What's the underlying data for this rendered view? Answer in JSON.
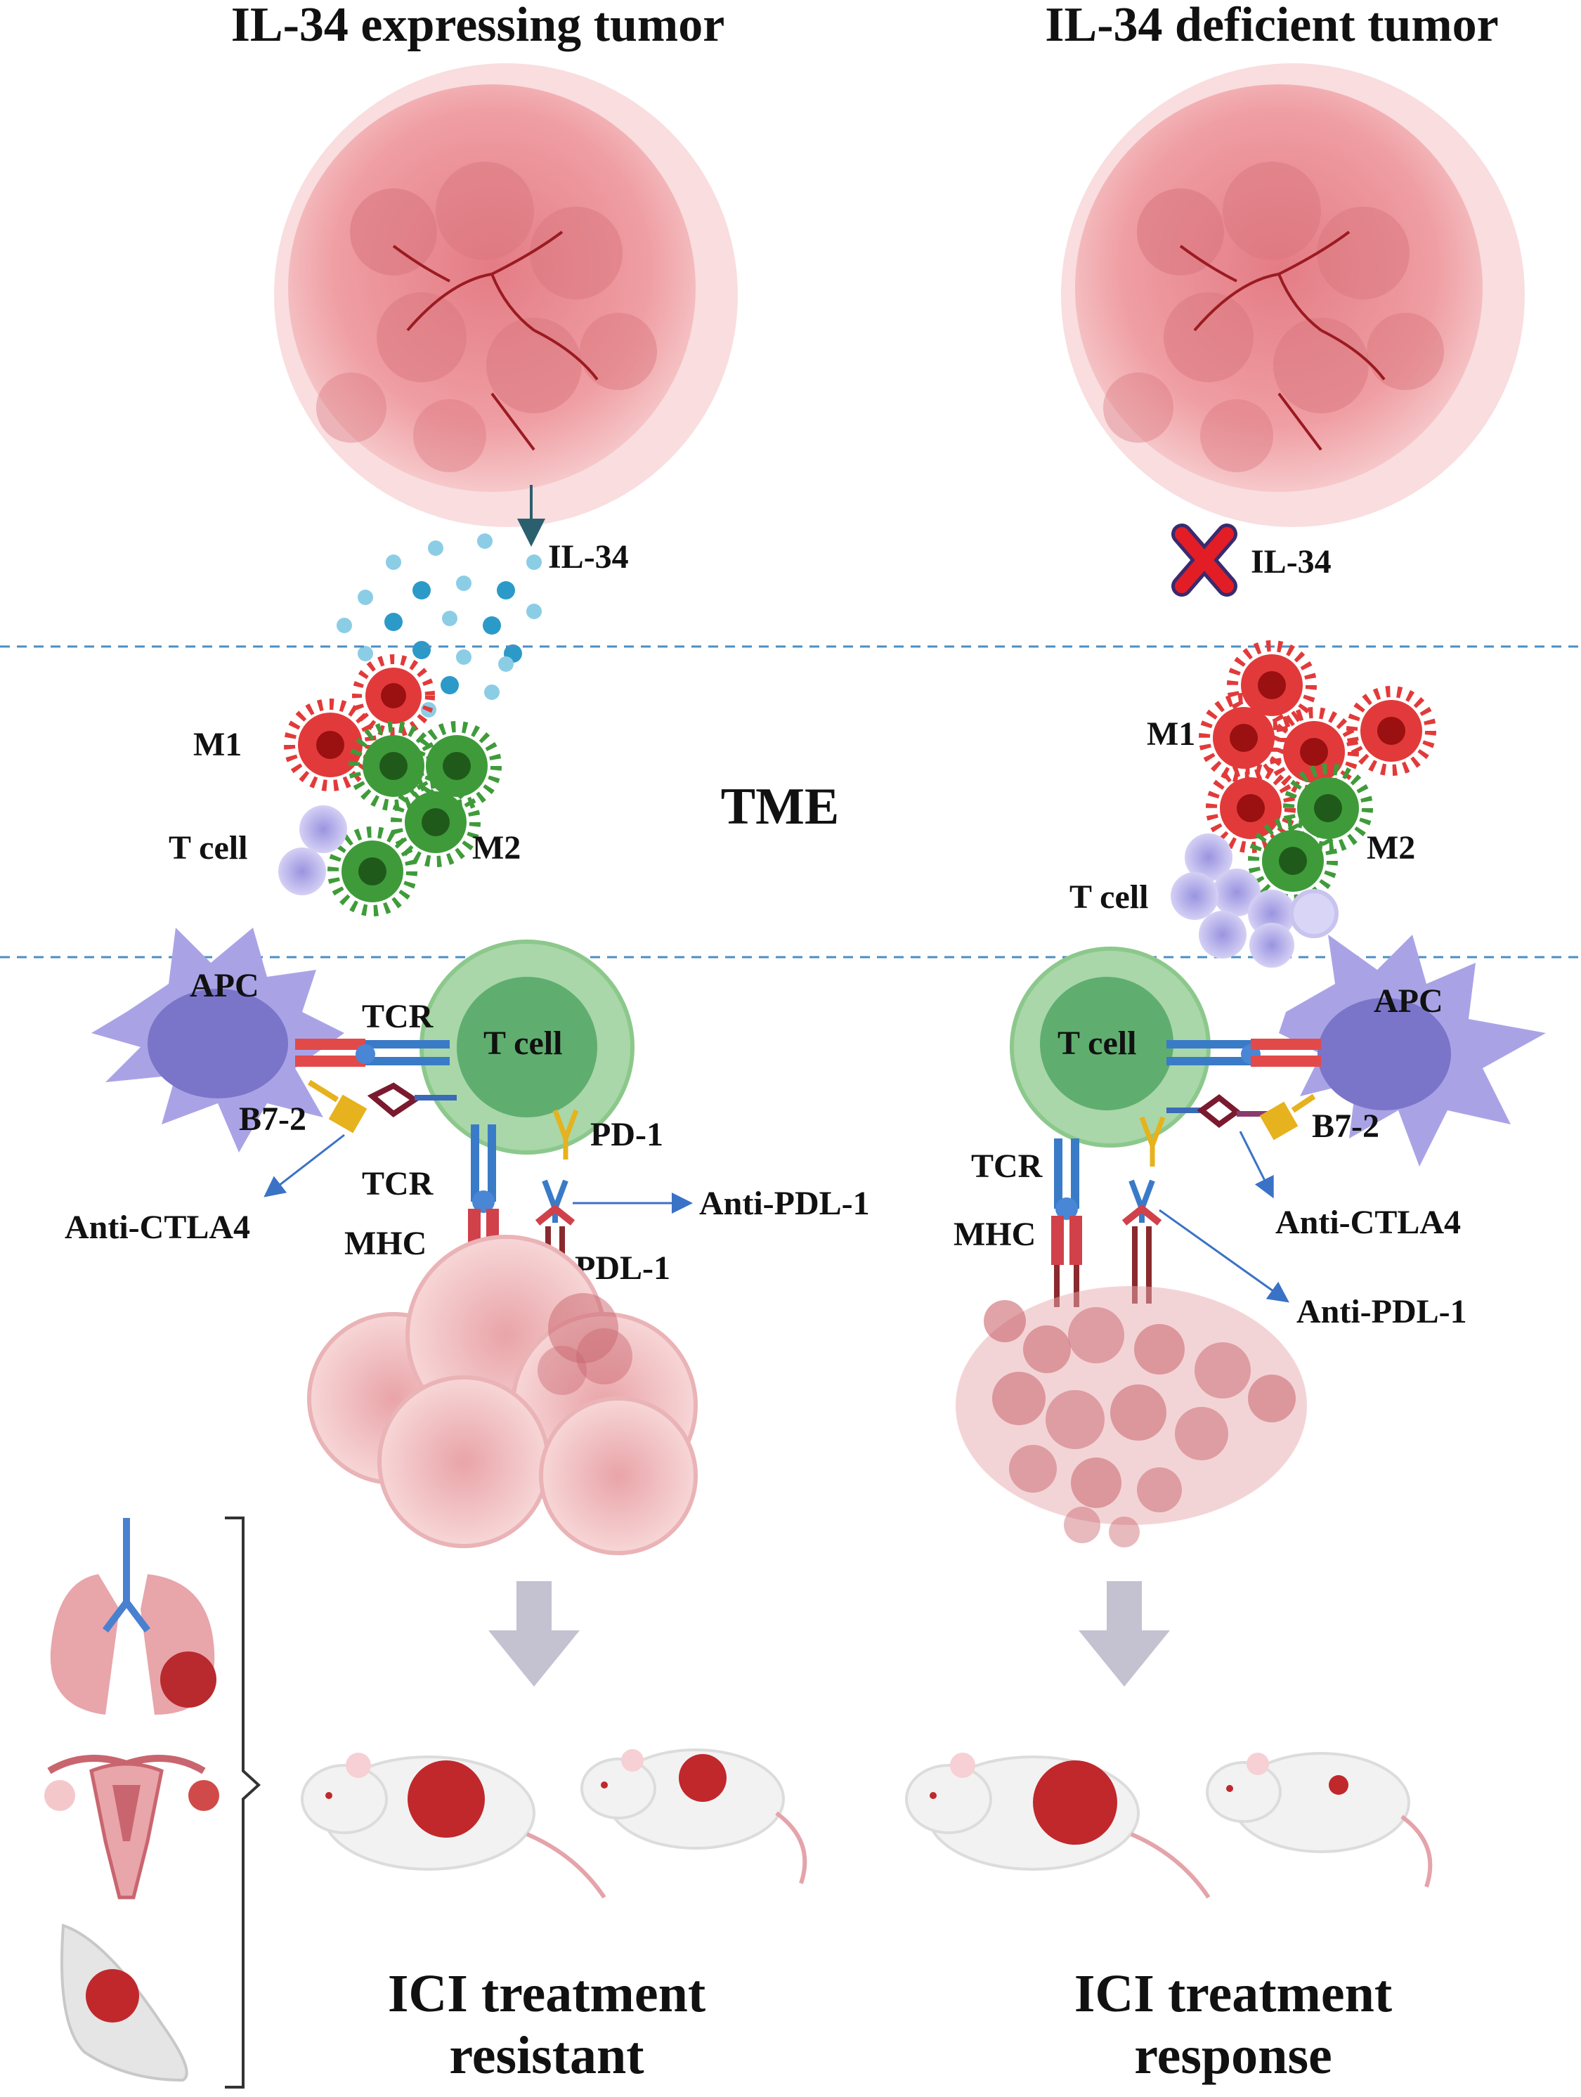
{
  "panels": {
    "left": {
      "title": "IL-34 expressing tumor",
      "cytokine_label": "IL-34",
      "cells": {
        "m1": "M1",
        "m2": "M2",
        "t_cell": "T cell"
      },
      "synapse": {
        "apc": "APC",
        "t_cell": "T cell",
        "tcr_top": "TCR",
        "b7": "B7-2",
        "anti_ctla4": "Anti-CTLA4",
        "pd1": "PD-1",
        "tcr_bottom": "TCR",
        "mhc": "MHC",
        "pdl1": "PDL-1",
        "anti_pdl1": "Anti-PDL-1"
      },
      "outcome_line1": "ICI treatment",
      "outcome_line2": "resistant"
    },
    "right": {
      "title": "IL-34 deficient tumor",
      "cytokine_label": "IL-34",
      "cells": {
        "m1": "M1",
        "m2": "M2",
        "t_cell": "T cell"
      },
      "synapse": {
        "apc": "APC",
        "t_cell": "T cell",
        "b7": "B7-2",
        "anti_ctla4": "Anti-CTLA4",
        "tcr": "TCR",
        "mhc": "MHC",
        "anti_pdl1": "Anti-PDL-1"
      },
      "outcome_line1": "ICI treatment",
      "outcome_line2": "response"
    }
  },
  "center": {
    "tme": "TME"
  },
  "icons": [
    "lung-icon",
    "uterus-icon",
    "breast-icon",
    "mouse-icon",
    "down-arrow-icon",
    "x-mark-icon"
  ],
  "colors": {
    "tumor": "#e8949a",
    "tumor_dark": "#c9656e",
    "vessel": "#9b1b22",
    "m1": "#e23a3a",
    "m2": "#3f9b3a",
    "tcell_small": "#b9b4ea",
    "apc": "#a9a3e6",
    "tcell_big": "#8fca8f",
    "il34_dot": "#2b9ac9",
    "arrow_gray": "#c4c1d1",
    "divider": "#4a8fc4",
    "x_mark": "#e21d26"
  }
}
